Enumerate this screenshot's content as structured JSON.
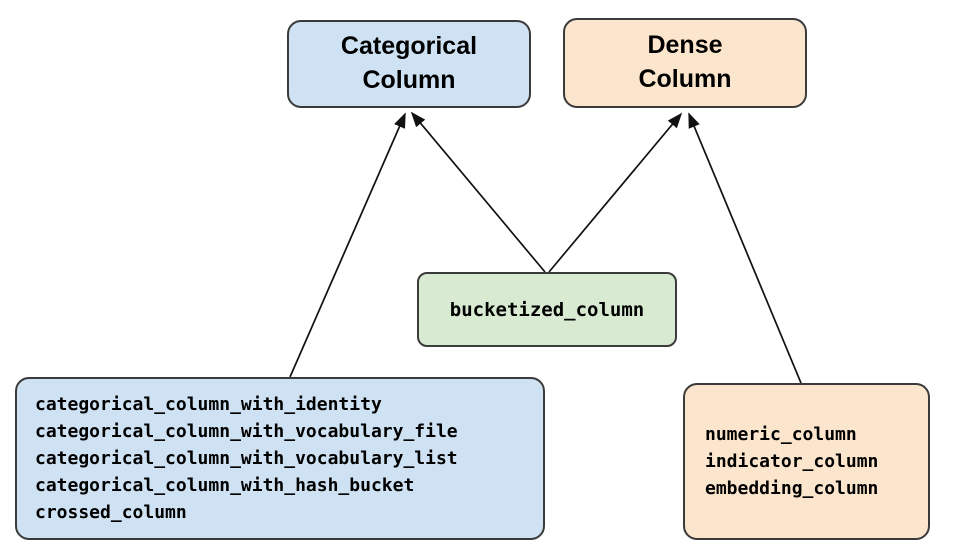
{
  "nodes": {
    "categorical": {
      "label": "Categorical\nColumn"
    },
    "dense": {
      "label": "Dense\nColumn"
    },
    "bucketized": {
      "label": "bucketized_column"
    },
    "categorical_impls": {
      "items": [
        "categorical_column_with_identity",
        "categorical_column_with_vocabulary_file",
        "categorical_column_with_vocabulary_list",
        "categorical_column_with_hash_bucket",
        "crossed_column"
      ]
    },
    "dense_impls": {
      "items": [
        "numeric_column",
        "indicator_column",
        "embedding_column"
      ]
    }
  },
  "edges": [
    {
      "from": "categorical_impls",
      "to": "categorical"
    },
    {
      "from": "bucketized",
      "to": "categorical"
    },
    {
      "from": "bucketized",
      "to": "dense"
    },
    {
      "from": "dense_impls",
      "to": "dense"
    }
  ],
  "colors": {
    "categorical_fill": "#cfe2f3",
    "dense_fill": "#fce5cd",
    "bucketized_fill": "#d9ead3",
    "border": "#3b3b3b",
    "arrow": "#111111"
  }
}
